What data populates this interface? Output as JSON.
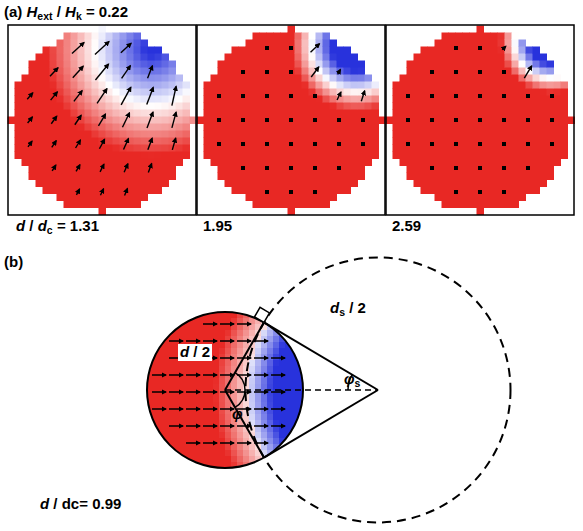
{
  "diagram": {
    "labels": [
      "(a) Hext / Hk = 0.22",
      "d / dc = 1.31",
      "1.95",
      "2.59",
      "(b)",
      "d / 2",
      "ds / 2",
      "φs",
      "φ",
      "d / dc= 0.99"
    ]
  }
}
